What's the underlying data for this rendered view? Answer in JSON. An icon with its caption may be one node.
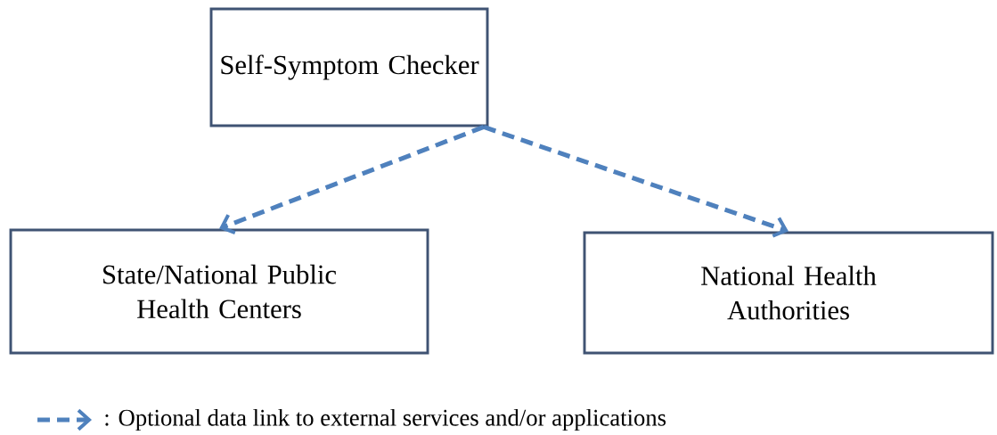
{
  "diagram": {
    "nodes": [
      {
        "text": [
          "Self-Symptom Checker"
        ]
      },
      {
        "text": [
          "State/National Public Health Centers"
        ]
      },
      {
        "text": [
          "National Health Authorities"
        ]
      }
    ],
    "edges": [
      {
        "from": 0,
        "to": 1,
        "arrow": "to",
        "style": "dashed"
      },
      {
        "from": 0,
        "to": 2,
        "arrow": "to",
        "style": "dashed"
      }
    ],
    "legend": [
      {
        "text": ": Optional data link to external services and/or applications"
      }
    ]
  }
}
